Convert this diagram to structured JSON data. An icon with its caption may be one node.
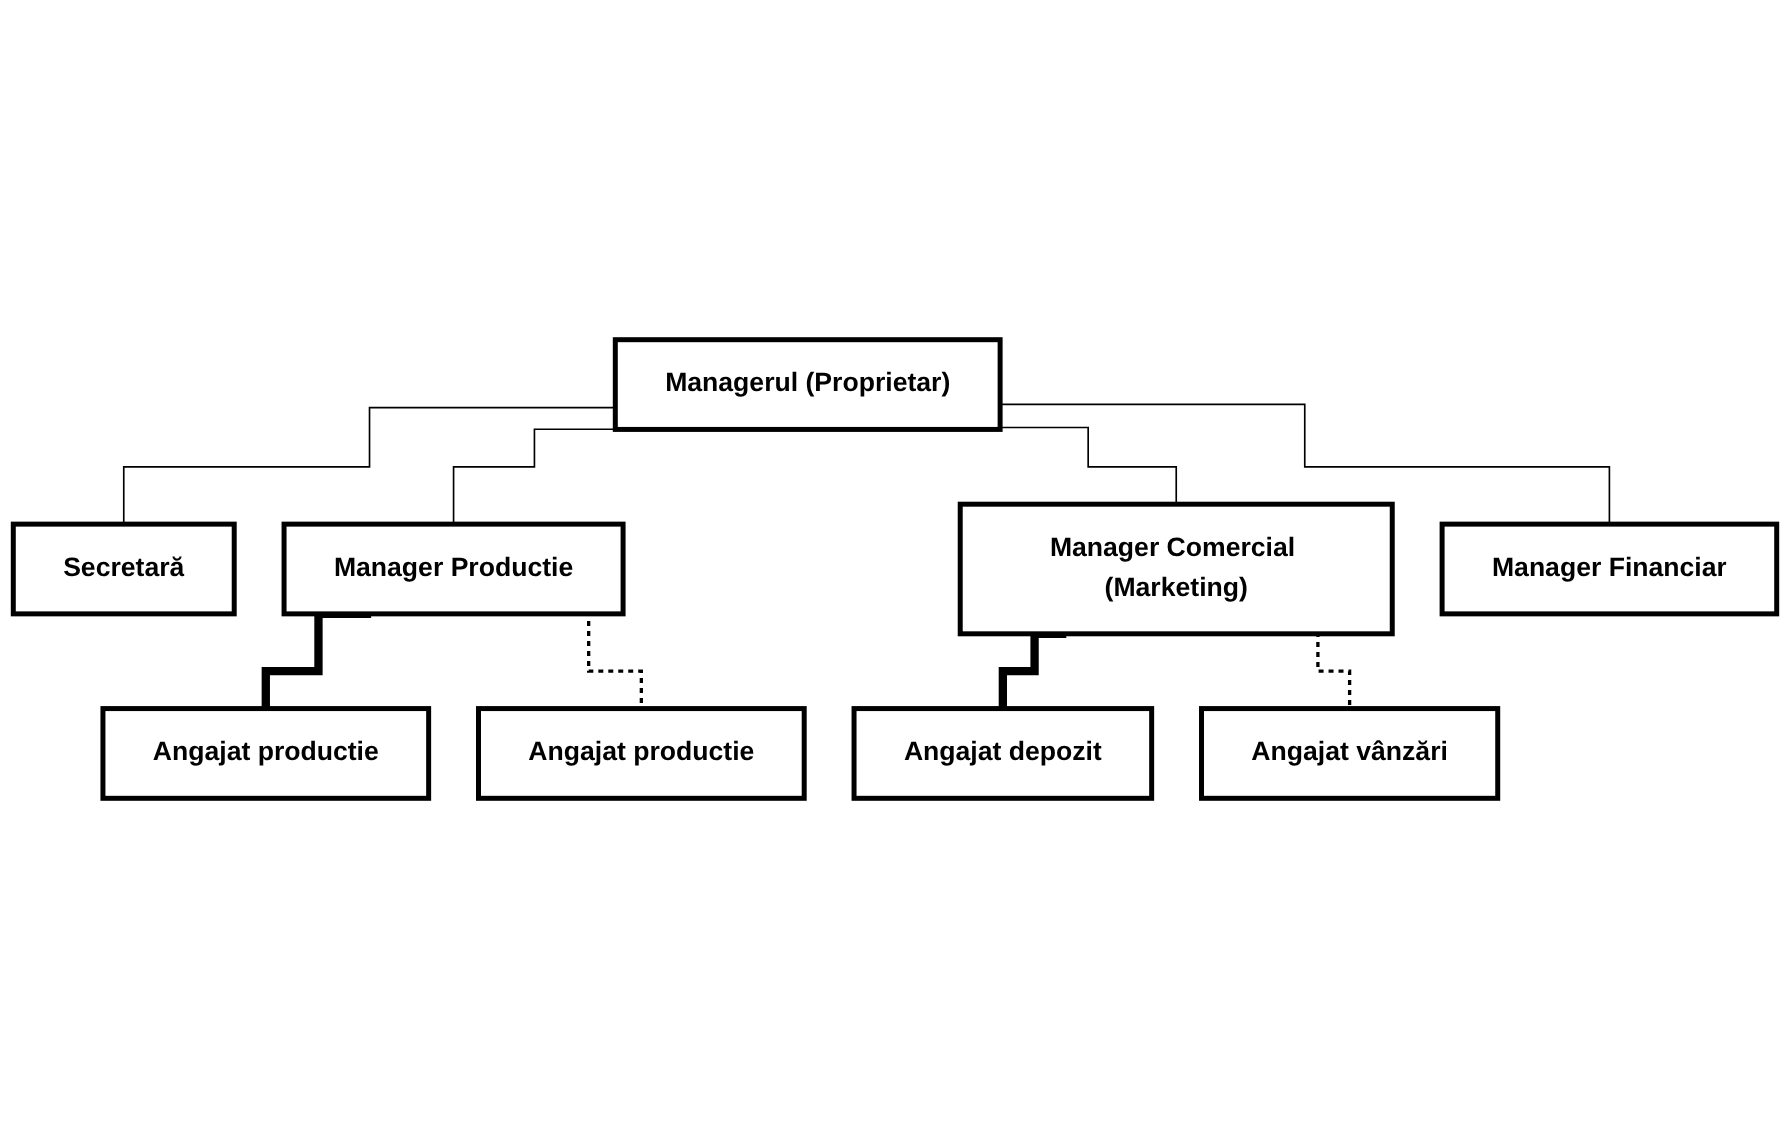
{
  "diagram": {
    "nodes": [
      {
        "text": [
          "Managerul (Proprietar)"
        ]
      },
      {
        "text": [
          "Secretară"
        ]
      },
      {
        "text": [
          "Manager Productie"
        ]
      },
      {
        "text": [
          "Manager Comercial (Marketing)"
        ]
      },
      {
        "text": [
          "Manager Financiar"
        ]
      },
      {
        "text": [
          "Angajat productie"
        ]
      },
      {
        "text": [
          "Angajat productie"
        ]
      },
      {
        "text": [
          "Angajat depozit"
        ]
      },
      {
        "text": [
          "Angajat vânzări"
        ]
      }
    ],
    "edges": [
      {
        "from": 0,
        "to": 1,
        "arrow": "none"
      },
      {
        "from": 0,
        "to": 2,
        "arrow": "none"
      },
      {
        "from": 0,
        "to": 3,
        "arrow": "none"
      },
      {
        "from": 0,
        "to": 4,
        "arrow": "none"
      },
      {
        "from": 2,
        "to": 5,
        "arrow": "none",
        "style": "thick"
      },
      {
        "from": 2,
        "to": 6,
        "arrow": "none",
        "style": "dashed"
      },
      {
        "from": 3,
        "to": 7,
        "arrow": "none",
        "style": "thick"
      },
      {
        "from": 3,
        "to": 8,
        "arrow": "none",
        "style": "dashed"
      }
    ]
  }
}
